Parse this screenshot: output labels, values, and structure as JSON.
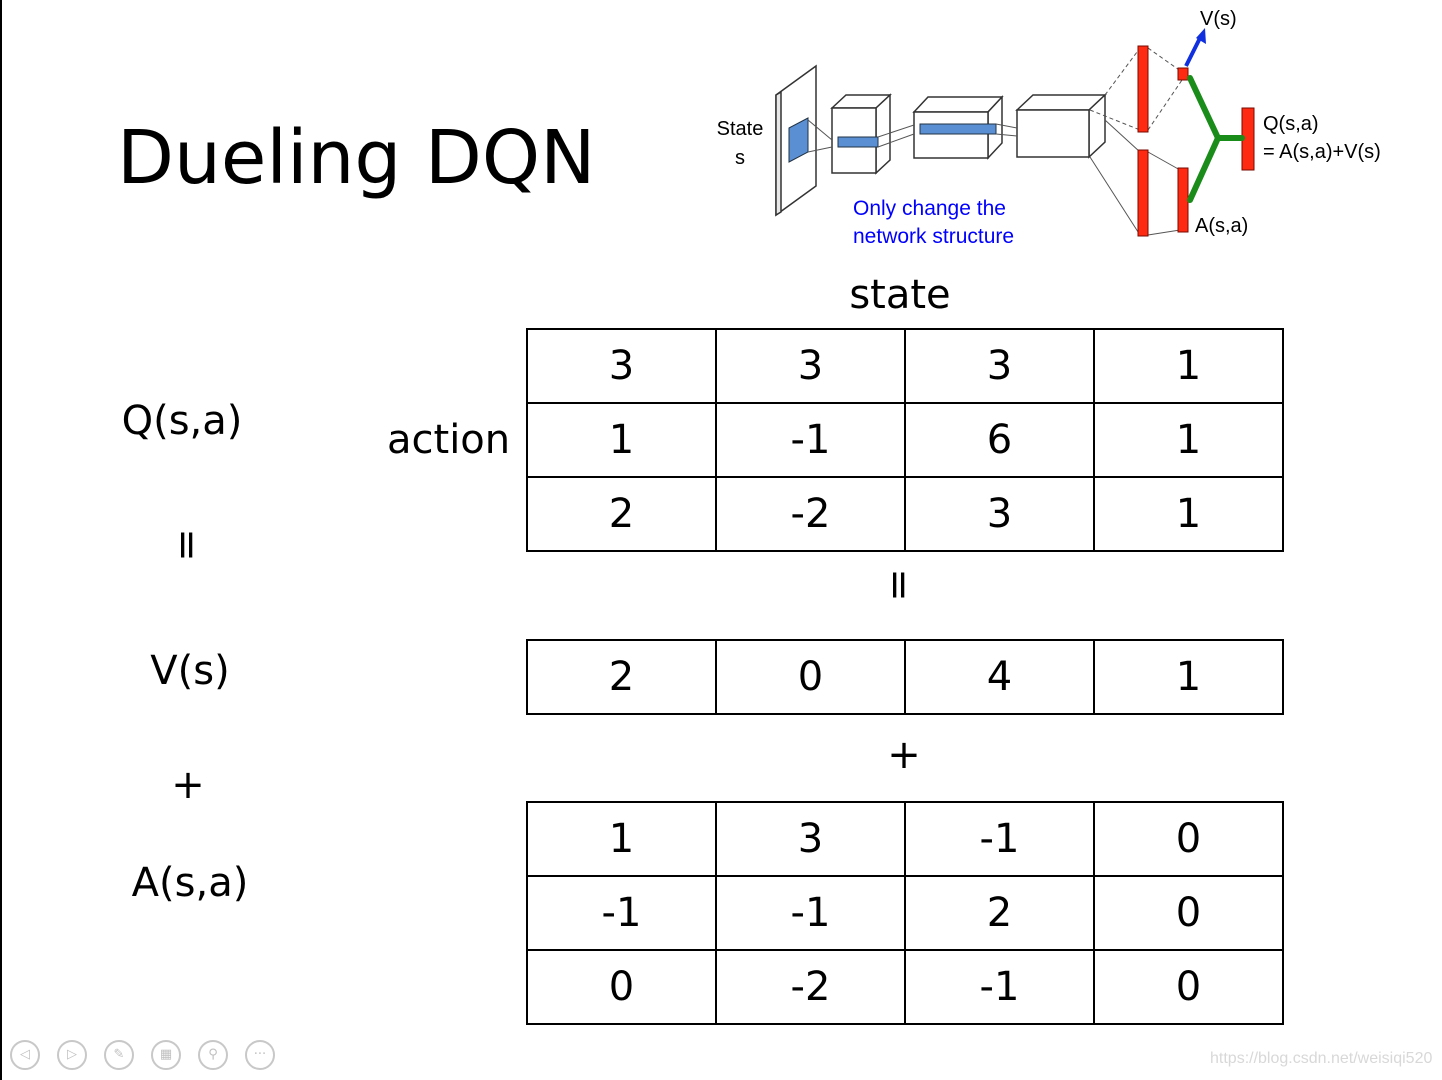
{
  "slide": {
    "title": "Dueling DQN",
    "lhs": {
      "q": "Q(s,a)",
      "eq": "=",
      "v": "V(s)",
      "plus": "+",
      "a": "A(s,a)"
    },
    "state_label": "state",
    "action_label": "action",
    "equals_symbol": "=",
    "plus_symbol": "+",
    "q_table": [
      [
        "3",
        "3",
        "3",
        "1"
      ],
      [
        "1",
        "-1",
        "6",
        "1"
      ],
      [
        "2",
        "-2",
        "3",
        "1"
      ]
    ],
    "v_table": [
      [
        "2",
        "0",
        "4",
        "1"
      ]
    ],
    "a_table": [
      [
        "1",
        "3",
        "-1",
        "0"
      ],
      [
        "-1",
        "-1",
        "2",
        "0"
      ],
      [
        "0",
        "-2",
        "-1",
        "0"
      ]
    ]
  },
  "network_diagram": {
    "state_line1": "State",
    "state_line2": "s",
    "note_line1": "Only change the",
    "note_line2": "network structure",
    "v_label": "V(s)",
    "q_label_line1": "Q(s,a)",
    "q_label_line2": "= A(s,a)+V(s)",
    "a_label": "A(s,a)",
    "colors": {
      "note": "#0000ff",
      "bar": "#ff2a12",
      "merge": "#1a8c1a",
      "arrow": "#1030e0",
      "layer_fill": "#5b8fd4"
    }
  },
  "controls": {
    "prev_icon": "◁",
    "next_icon": "▷",
    "pen_icon": "✎",
    "slides_icon": "▦",
    "zoom_icon": "⚲",
    "more_icon": "···"
  },
  "watermark": "https://blog.csdn.net/weisiqi520"
}
